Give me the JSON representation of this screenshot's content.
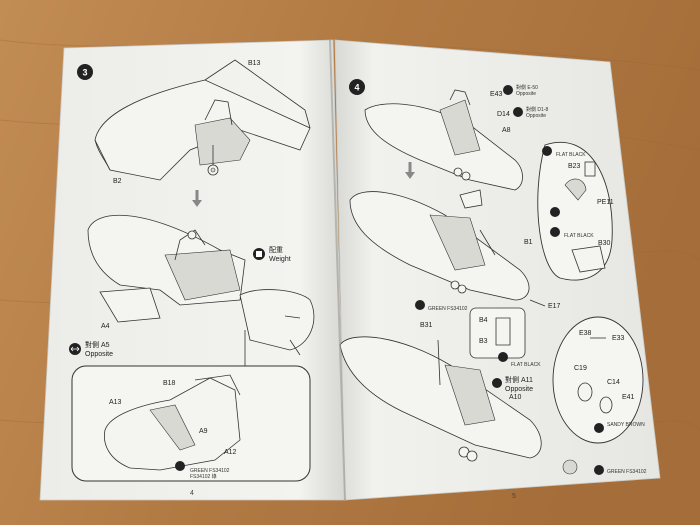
{
  "left_page": {
    "page_number": "4",
    "step_number": "3",
    "part_labels": {
      "b13": "B13",
      "b2": "B2",
      "a4": "A4",
      "a5_opposite": "對側 A5",
      "opposite": "Opposite",
      "weight_cn": "配重",
      "weight": "Weight",
      "b18": "B18",
      "a13": "A13",
      "a9": "A9",
      "a12": "A12",
      "green_code": "GREEN FS34102",
      "green_code2": "FS34102 綠"
    }
  },
  "right_page": {
    "page_number": "5",
    "step_number": "4",
    "part_labels": {
      "e43": "E43",
      "e50_opposite": "對側 E-50",
      "opposite1": "Opposite",
      "d14": "D14",
      "d1_8_opposite": "對側 D1-8",
      "opposite2": "Opposite",
      "a8": "A8",
      "flat_black": "FLAT BLACK",
      "b23": "B23",
      "pe11": "PE11",
      "flat_black2": "FLAT BLACK",
      "b30": "B30",
      "b1": "B1",
      "green": "GREEN FS34102",
      "e17": "E17",
      "b31": "B31",
      "b4": "B4",
      "b3": "B3",
      "flat_black3": "FLAT BLACK",
      "a11_opposite": "對側 A11",
      "opposite3": "Opposite",
      "a10": "A10",
      "e38": "E38",
      "e33": "E33",
      "c19": "C19",
      "c14": "C14",
      "e41": "E41",
      "sandy_brown": "SANDY BROWN",
      "green2": "GREEN FS34102"
    }
  }
}
